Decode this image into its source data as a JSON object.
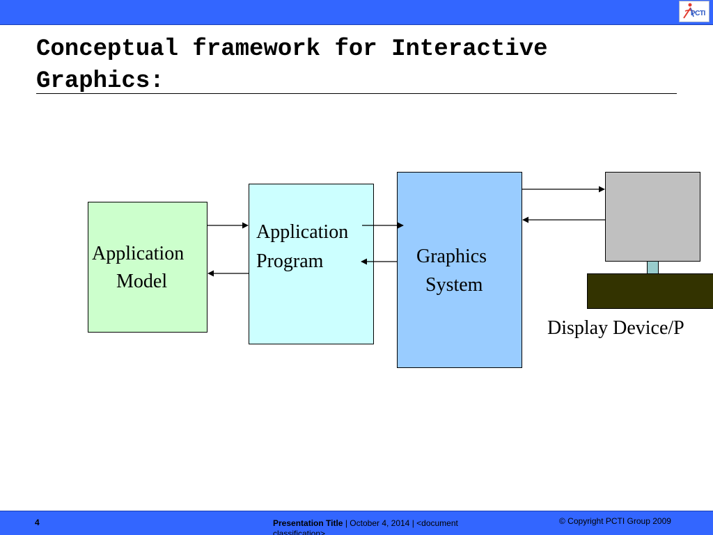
{
  "slide": {
    "title": "Conceptual framework for Interactive Graphics:"
  },
  "logo": {
    "icon": "pcti-logo-icon",
    "text": "PCTI"
  },
  "diagram": {
    "application_model": {
      "line1": "Application",
      "line2": "Model",
      "color": "#ccffcc"
    },
    "application_program": {
      "line1": "Application",
      "line2": "Program",
      "color": "#ccffff"
    },
    "graphics_system": {
      "line1": "Graphics",
      "line2": "System",
      "color": "#99ccff"
    },
    "display_device": {
      "label": "Display Device/P",
      "screen_color": "#c0c0c0",
      "base_color": "#333300",
      "stand_color": "#99cccc"
    }
  },
  "footer": {
    "page_number": "4",
    "presentation_title": "Presentation Title",
    "separator": "|",
    "date_text": "October 4, 2014 | <document classification>",
    "copyright": "© Copyright  PCTI Group 2009"
  },
  "colors": {
    "bar": "#3366ff"
  }
}
